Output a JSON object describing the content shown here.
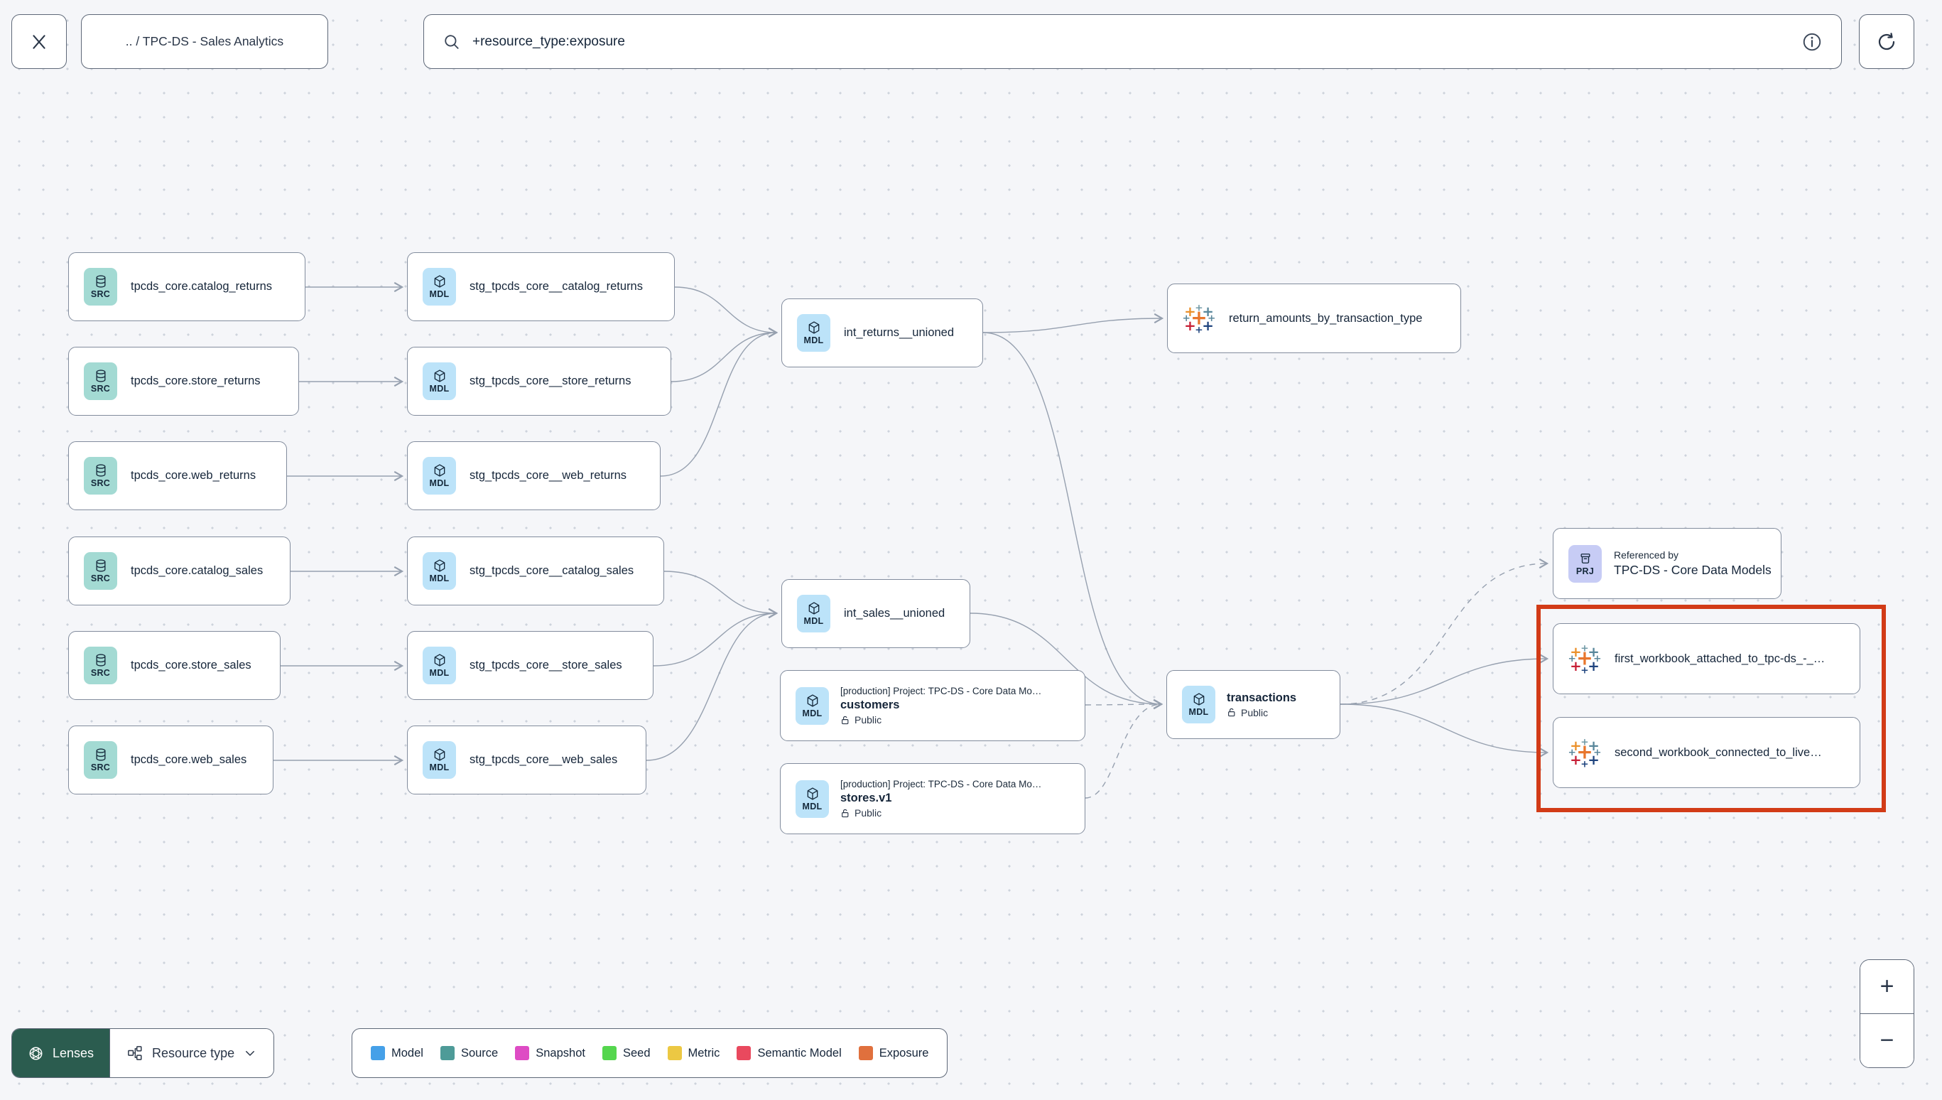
{
  "topbar": {
    "breadcrumb": ".. / TPC-DS - Sales Analytics",
    "search_value": "+resource_type:exposure"
  },
  "nodes": {
    "src_catalog_returns": {
      "badge": "SRC",
      "label": "tpcds_core.catalog_returns"
    },
    "src_store_returns": {
      "badge": "SRC",
      "label": "tpcds_core.store_returns"
    },
    "src_web_returns": {
      "badge": "SRC",
      "label": "tpcds_core.web_returns"
    },
    "src_catalog_sales": {
      "badge": "SRC",
      "label": "tpcds_core.catalog_sales"
    },
    "src_store_sales": {
      "badge": "SRC",
      "label": "tpcds_core.store_sales"
    },
    "src_web_sales": {
      "badge": "SRC",
      "label": "tpcds_core.web_sales"
    },
    "stg_catalog_returns": {
      "badge": "MDL",
      "label": "stg_tpcds_core__catalog_returns"
    },
    "stg_store_returns": {
      "badge": "MDL",
      "label": "stg_tpcds_core__store_returns"
    },
    "stg_web_returns": {
      "badge": "MDL",
      "label": "stg_tpcds_core__web_returns"
    },
    "stg_catalog_sales": {
      "badge": "MDL",
      "label": "stg_tpcds_core__catalog_sales"
    },
    "stg_store_sales": {
      "badge": "MDL",
      "label": "stg_tpcds_core__store_sales"
    },
    "stg_web_sales": {
      "badge": "MDL",
      "label": "stg_tpcds_core__web_sales"
    },
    "int_returns_unioned": {
      "badge": "MDL",
      "label": "int_returns__unioned"
    },
    "int_sales_unioned": {
      "badge": "MDL",
      "label": "int_sales__unioned"
    },
    "customers": {
      "badge": "MDL",
      "project_line": "[production] Project: TPC-DS - Core Data Mo…",
      "label": "customers",
      "access": "Public"
    },
    "stores_v1": {
      "badge": "MDL",
      "project_line": "[production] Project: TPC-DS - Core Data Mo…",
      "label": "stores.v1",
      "access": "Public"
    },
    "transactions": {
      "badge": "MDL",
      "label": "transactions",
      "access": "Public"
    },
    "return_amounts_by_transaction_type": {
      "label": "return_amounts_by_transaction_type"
    },
    "referenced_by_project": {
      "badge": "PRJ",
      "title": "Referenced by",
      "label": "TPC-DS - Core Data Models"
    },
    "first_workbook": {
      "label": "first_workbook_attached_to_tpc-ds_-_…"
    },
    "second_workbook": {
      "label": "second_workbook_connected_to_live…"
    }
  },
  "edges": [
    {
      "from": "tpcds_core.catalog_returns",
      "to": "stg_tpcds_core__catalog_returns",
      "style": "solid"
    },
    {
      "from": "tpcds_core.store_returns",
      "to": "stg_tpcds_core__store_returns",
      "style": "solid"
    },
    {
      "from": "tpcds_core.web_returns",
      "to": "stg_tpcds_core__web_returns",
      "style": "solid"
    },
    {
      "from": "tpcds_core.catalog_sales",
      "to": "stg_tpcds_core__catalog_sales",
      "style": "solid"
    },
    {
      "from": "tpcds_core.store_sales",
      "to": "stg_tpcds_core__store_sales",
      "style": "solid"
    },
    {
      "from": "tpcds_core.web_sales",
      "to": "stg_tpcds_core__web_sales",
      "style": "solid"
    },
    {
      "from": "stg_tpcds_core__catalog_returns",
      "to": "int_returns__unioned",
      "style": "solid"
    },
    {
      "from": "stg_tpcds_core__store_returns",
      "to": "int_returns__unioned",
      "style": "solid"
    },
    {
      "from": "stg_tpcds_core__web_returns",
      "to": "int_returns__unioned",
      "style": "solid"
    },
    {
      "from": "stg_tpcds_core__catalog_sales",
      "to": "int_sales__unioned",
      "style": "solid"
    },
    {
      "from": "stg_tpcds_core__store_sales",
      "to": "int_sales__unioned",
      "style": "solid"
    },
    {
      "from": "stg_tpcds_core__web_sales",
      "to": "int_sales__unioned",
      "style": "solid"
    },
    {
      "from": "int_returns__unioned",
      "to": "return_amounts_by_transaction_type",
      "style": "solid"
    },
    {
      "from": "int_returns__unioned",
      "to": "transactions",
      "style": "solid"
    },
    {
      "from": "int_sales__unioned",
      "to": "transactions",
      "style": "solid"
    },
    {
      "from": "customers",
      "to": "transactions",
      "style": "dashed"
    },
    {
      "from": "stores.v1",
      "to": "transactions",
      "style": "dashed"
    },
    {
      "from": "transactions",
      "to": "referenced_by_project",
      "style": "dashed"
    },
    {
      "from": "transactions",
      "to": "first_workbook",
      "style": "solid"
    },
    {
      "from": "transactions",
      "to": "second_workbook",
      "style": "solid"
    }
  ],
  "footer": {
    "lenses_label": "Lenses",
    "resource_type_label": "Resource type",
    "legend": [
      {
        "label": "Model",
        "color": "#45A0E8"
      },
      {
        "label": "Source",
        "color": "#4E9B98"
      },
      {
        "label": "Snapshot",
        "color": "#DE4BC4"
      },
      {
        "label": "Seed",
        "color": "#55D64E"
      },
      {
        "label": "Metric",
        "color": "#ECC843"
      },
      {
        "label": "Semantic Model",
        "color": "#E9495E"
      },
      {
        "label": "Exposure",
        "color": "#E0703D"
      }
    ]
  },
  "zoom_controls": {
    "zoom_in": "+",
    "zoom_out": "−"
  },
  "colors": {
    "highlight": "#D23B17",
    "src_chip": "#A3DAD3",
    "mdl_chip": "#BCE3F9",
    "prj_chip": "#C7CCF5",
    "lenses_bg": "#2B5C4F"
  }
}
